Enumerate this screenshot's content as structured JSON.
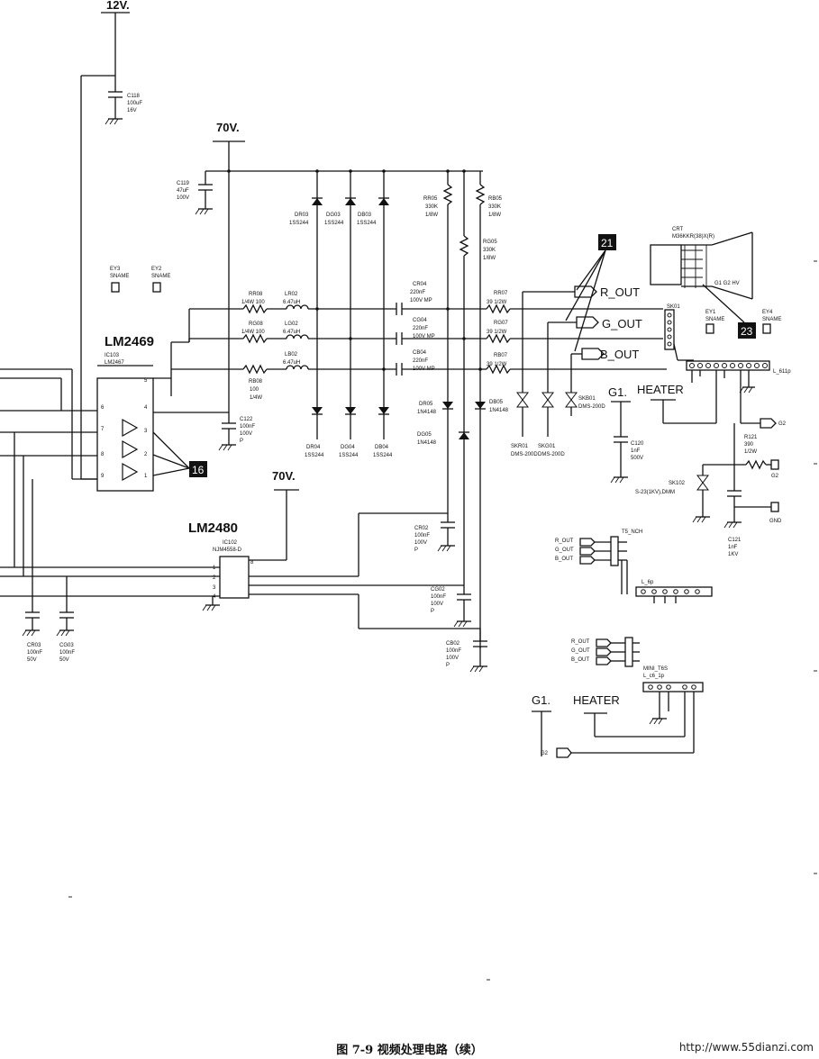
{
  "rails": {
    "v12": "12V.",
    "v70_top": "70V.",
    "v70_mid": "70V."
  },
  "ics": {
    "lm2469": "LM2469",
    "ic103": "IC103",
    "ic103_pn": "LM2467",
    "lm2480": "LM2480",
    "ic102": "IC102",
    "ic102_pn": "NJM4558-D"
  },
  "callouts": {
    "c16": "16",
    "c21": "21",
    "c23": "23"
  },
  "outputs": {
    "r": "R_OUT",
    "g": "G_OUT",
    "b": "B_OUT"
  },
  "labels": {
    "g1_top": "G1.",
    "heater_top": "HEATER",
    "g1_bot": "G1.",
    "heater_bot": "HEATER"
  },
  "parts": {
    "c118": [
      "C118",
      "100uF",
      "16V"
    ],
    "c119": [
      "C119",
      "47uF",
      "100V"
    ],
    "ey3": [
      "EY3",
      "SNAME"
    ],
    "ey2": [
      "EY2",
      "SNAME"
    ],
    "ey1": [
      "EY1",
      "SNAME"
    ],
    "ey4": [
      "EY4",
      "SNAME"
    ],
    "rr08": [
      "RR08",
      "1/4W 100"
    ],
    "rg08": [
      "RG08",
      "1/4W 100"
    ],
    "rb08": [
      "RB08",
      "100",
      "1/4W"
    ],
    "lr02": [
      "LR02",
      "6.47uH"
    ],
    "lg02": [
      "LG02",
      "6.47uH"
    ],
    "lb02": [
      "LB02",
      "6.47uH"
    ],
    "dr03": [
      "DR03",
      "1SS244"
    ],
    "dg03": [
      "DG03",
      "1SS244"
    ],
    "db03": [
      "DB03",
      "1SS244"
    ],
    "dr04": [
      "DR04",
      "1SS244"
    ],
    "dg04": [
      "DG04",
      "1SS244"
    ],
    "db04": [
      "DB04",
      "1SS244"
    ],
    "rr05": [
      "RR05",
      "330K",
      "1/8W"
    ],
    "rb05": [
      "RB05",
      "330K",
      "1/8W"
    ],
    "rg05": [
      "RG05",
      "330K",
      "1/8W"
    ],
    "cr04": [
      "CR04",
      "220nF",
      "100V MP"
    ],
    "cg04": [
      "CG04",
      "220nF",
      "100V MP"
    ],
    "cb04": [
      "CB04",
      "220nF",
      "100V MP"
    ],
    "rr07": [
      "RR07",
      "39  1/2W"
    ],
    "rg07": [
      "RG07",
      "39  1/2W"
    ],
    "rb07": [
      "RB07",
      "39  1/2W"
    ],
    "c122": [
      "C122",
      "100nF",
      "100V",
      "P"
    ],
    "dr05": [
      "DR05",
      "1N4148"
    ],
    "dg05": [
      "DG05",
      "1N4148"
    ],
    "db05": [
      "DB05",
      "1N4148"
    ],
    "skr01": [
      "SKR01",
      "DMS-200D"
    ],
    "skg01": [
      "SKG01",
      "DMS-200D"
    ],
    "skb01": [
      "SKB01",
      "DMS-200D"
    ],
    "crt": [
      "CRT",
      "M36KKR(38)X(R)"
    ],
    "sk01": "SK01",
    "l611p": "L_611p",
    "c120": [
      "C120",
      "1nF",
      "500V"
    ],
    "r121": [
      "R121",
      "390",
      "1/2W"
    ],
    "g2": "G2",
    "g2b": "G2",
    "g2c": "G2",
    "gnd": "GND",
    "sk102": [
      "SK102",
      "S-23(1KV),DMM"
    ],
    "c121": [
      "C121",
      "1nF",
      "1KV"
    ],
    "cr02": [
      "CR02",
      "100nF",
      "100V",
      "P"
    ],
    "cg02": [
      "CG02",
      "100nF",
      "100V",
      "P"
    ],
    "cb02": [
      "CB02",
      "100nF",
      "100V",
      "P"
    ],
    "cr03": [
      "CR03",
      "100nF",
      "50V"
    ],
    "cg03": [
      "CG03",
      "100nF",
      "50V"
    ],
    "t5nch": "T5_NCH",
    "l6p": "L_6p",
    "mini_t6s": [
      "MINI_T6S",
      "L_c6_1p"
    ]
  },
  "caption": "图 7-9   视频处理电路（续）",
  "watermark": "http://www.55dianzi.com"
}
